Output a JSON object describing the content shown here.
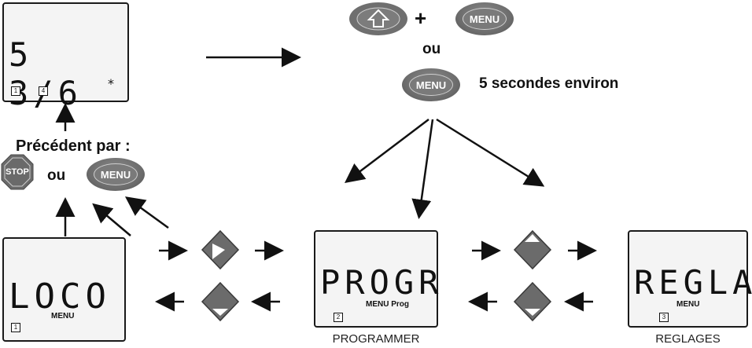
{
  "lcd_top": {
    "line1": "5 3/6",
    "star": "*",
    "tags": [
      "1",
      "4"
    ]
  },
  "lcd_loco": {
    "text": "LOCO",
    "menu": "MENU",
    "tag": "1"
  },
  "lcd_prog": {
    "text": "PROGR",
    "menu": "MENU Prog",
    "tag": "2",
    "caption": "PROGRAMMER"
  },
  "lcd_regla": {
    "text": "REGLA",
    "menu": "MENU",
    "tag": "3",
    "caption": "REGLAGES"
  },
  "top_combo": {
    "plus": "+",
    "menu_label": "MENU",
    "or_label": "ou",
    "menu2_label": "MENU",
    "hold_text": "5 secondes environ"
  },
  "left": {
    "preceded_text": "Précédent par :",
    "stop_label": "STOP",
    "or_label": "ou",
    "menu_label": "MENU"
  }
}
